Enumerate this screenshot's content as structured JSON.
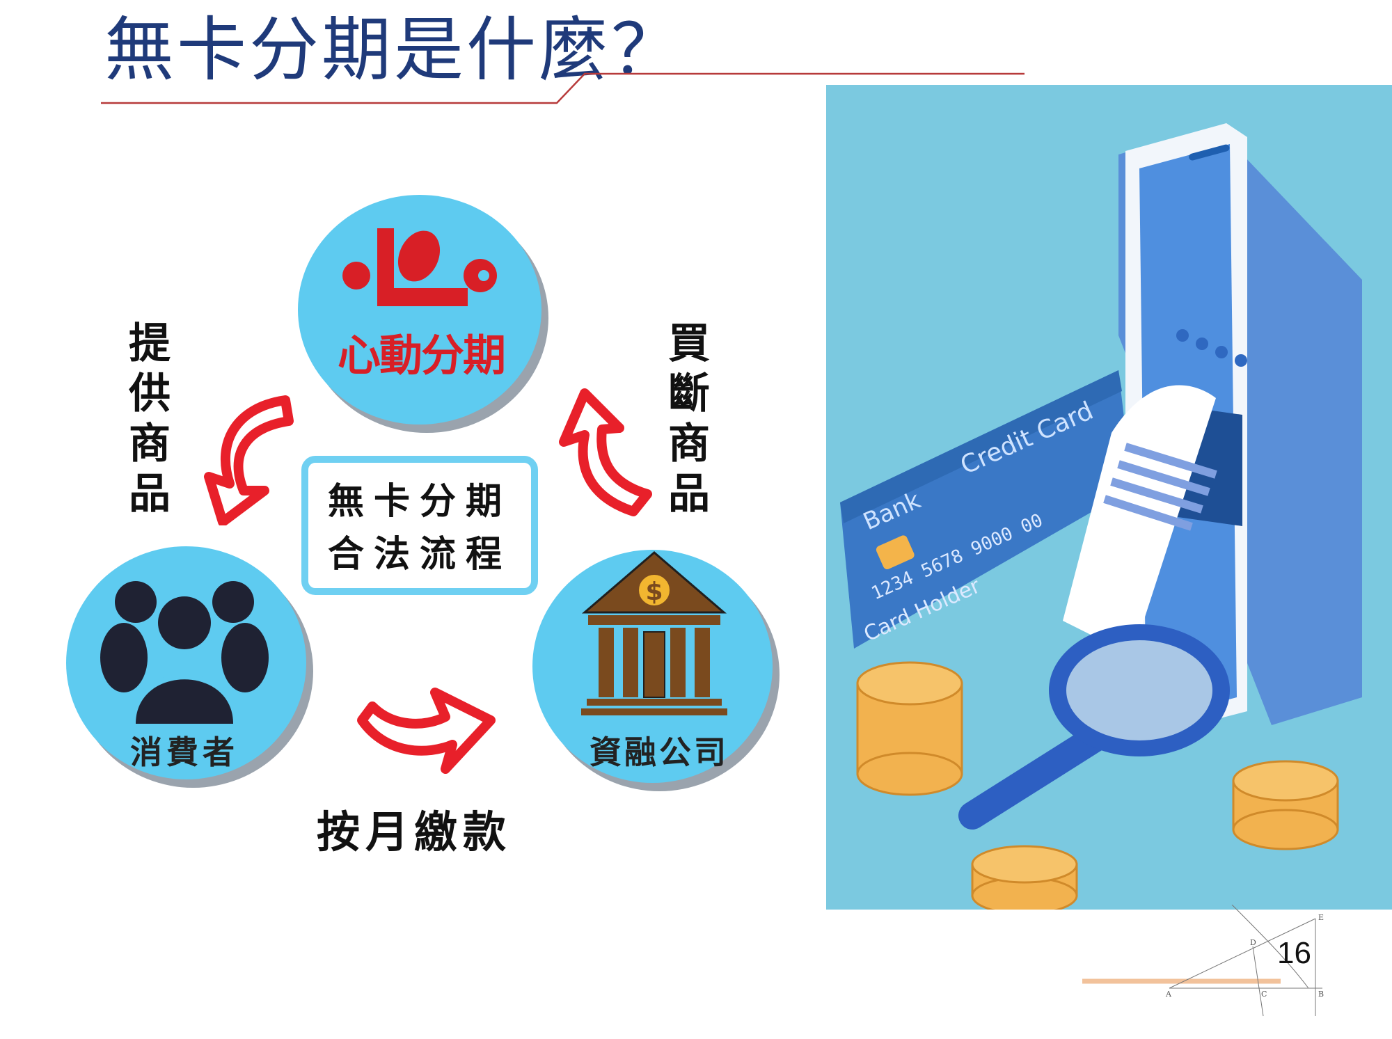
{
  "slide": {
    "title": "無卡分期是什麼？",
    "page_number": "16"
  },
  "diagram": {
    "center_box": {
      "line1": "無卡分期",
      "line2": "合法流程"
    },
    "nodes": {
      "top": {
        "label": "心動分期"
      },
      "left": {
        "label": "消費者"
      },
      "right": {
        "label": "資融公司"
      }
    },
    "edges": {
      "left_label": "提供商品",
      "right_label": "買斷商品",
      "bottom_label": "按月繳款"
    },
    "colors": {
      "circle": "#5ecbf0",
      "arrow": "#e8202a",
      "logo": "#d81f26",
      "bank": "#7a4a1e"
    }
  },
  "illustration": {
    "card_bank": "Bank",
    "card_type": "Credit Card",
    "card_number": "1234  5678  9000  00",
    "card_holder": "Card Holder"
  },
  "corner_figure": {
    "point_labels": [
      "A",
      "C",
      "B",
      "D",
      "E"
    ]
  }
}
